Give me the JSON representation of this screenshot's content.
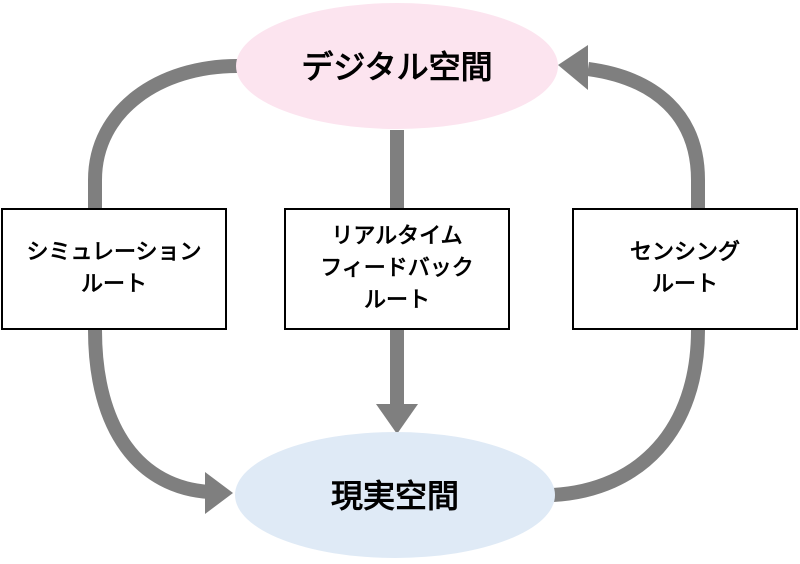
{
  "nodes": {
    "digital_space": {
      "label": "デジタル空間",
      "fill": "#fce4ef"
    },
    "physical_space": {
      "label": "現実空間",
      "fill": "#dfeaf6"
    }
  },
  "routes": {
    "simulation": {
      "lines": [
        "シミュレーション",
        "ルート"
      ]
    },
    "realtime_feedback": {
      "lines": [
        "リアルタイム",
        "フィードバック",
        "ルート"
      ]
    },
    "sensing": {
      "lines": [
        "センシング",
        "ルート"
      ]
    }
  },
  "colors": {
    "arrow": "#7f7f7f",
    "box_border": "#000000",
    "text": "#000000"
  }
}
